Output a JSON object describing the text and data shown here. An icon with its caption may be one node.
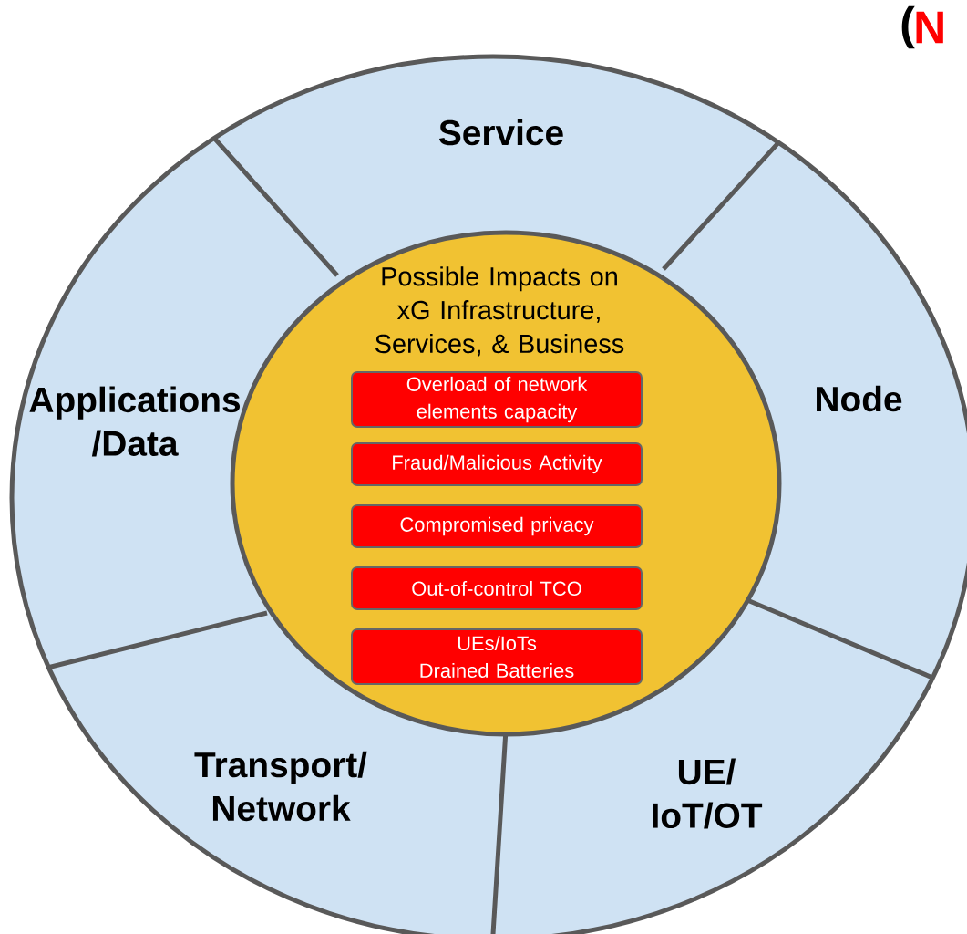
{
  "diagram": {
    "nodes": [
      {
        "text": [
          "Service"
        ]
      },
      {
        "text": [
          "Node"
        ]
      },
      {
        "text": [
          "UE/ IoT/OT"
        ]
      },
      {
        "text": [
          "Transport/ Network"
        ]
      },
      {
        "text": [
          "Applications /Data"
        ]
      },
      {
        "text": [
          "Possible Impacts on xG Infrastructure, Services, & Business"
        ]
      },
      {
        "text": [
          "Overload of network elements capacity"
        ],
        "in": 5
      },
      {
        "text": [
          "Fraud/Malicious Activity"
        ],
        "in": 5
      },
      {
        "text": [
          "Compromised privacy"
        ],
        "in": 5
      },
      {
        "text": [
          "Out-of-control TCO"
        ],
        "in": 5
      },
      {
        "text": [
          "UEs/IoTs Drained Batteries"
        ],
        "in": 5
      }
    ],
    "edges": [],
    "labels": [
      "(",
      "N"
    ]
  }
}
